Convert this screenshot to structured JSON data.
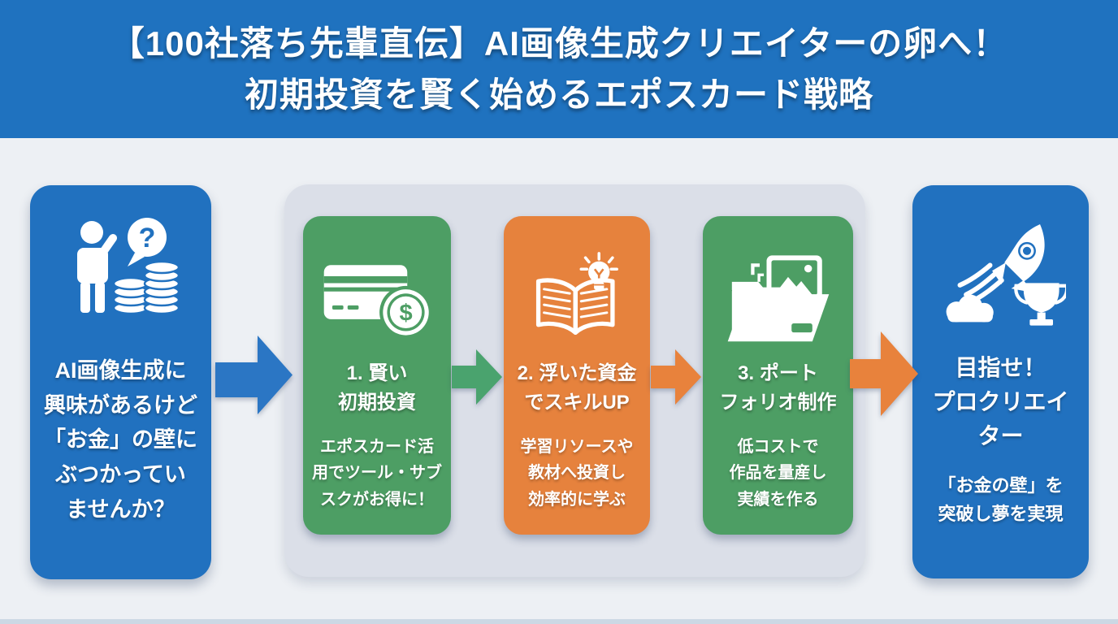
{
  "header": {
    "title": "【100社落ち先輩直伝】AI画像生成クリエイターの卵へ！\n初期投資を賢く始めるエポスカード戦略"
  },
  "problem_card": {
    "icon": "person-question-coins-icon",
    "bubble_question": "?",
    "text": "AI画像生成に\n興味があるけど\n「お金」の壁に\nぶつかってい\nませんか？"
  },
  "steps": [
    {
      "icon": "credit-card-dollar-icon",
      "coin_symbol": "$",
      "title": "1. 賢い\n初期投資",
      "body": "エポスカード活\n用でツール・サブ\nスクがお得に！",
      "color": "#4d9e64"
    },
    {
      "icon": "book-lightbulb-icon",
      "title": "2. 浮いた資金\nでスキルUP",
      "body": "学習リソースや\n教材へ投資し\n効率的に学ぶ",
      "color": "#e6823d"
    },
    {
      "icon": "folder-image-icon",
      "title": "3. ポート\nフォリオ制作",
      "body": "低コストで\n作品を量産し\n実績を作る",
      "color": "#4d9e64"
    }
  ],
  "goal_card": {
    "icon": "rocket-trophy-icon",
    "title": "目指せ！\nプロクリエイ\nター",
    "body": "「お金の壁」を\n突破し夢を実現"
  },
  "colors": {
    "header_blue": "#1f72bf",
    "card_blue": "#2171bf",
    "green": "#4d9e64",
    "orange": "#e6823d",
    "flow_container": "#dbdfe8",
    "background": "#edf0f4",
    "arrow_blue": "#2b76c4",
    "arrow_green": "#4aa36e",
    "arrow_orange": "#e8823c"
  }
}
